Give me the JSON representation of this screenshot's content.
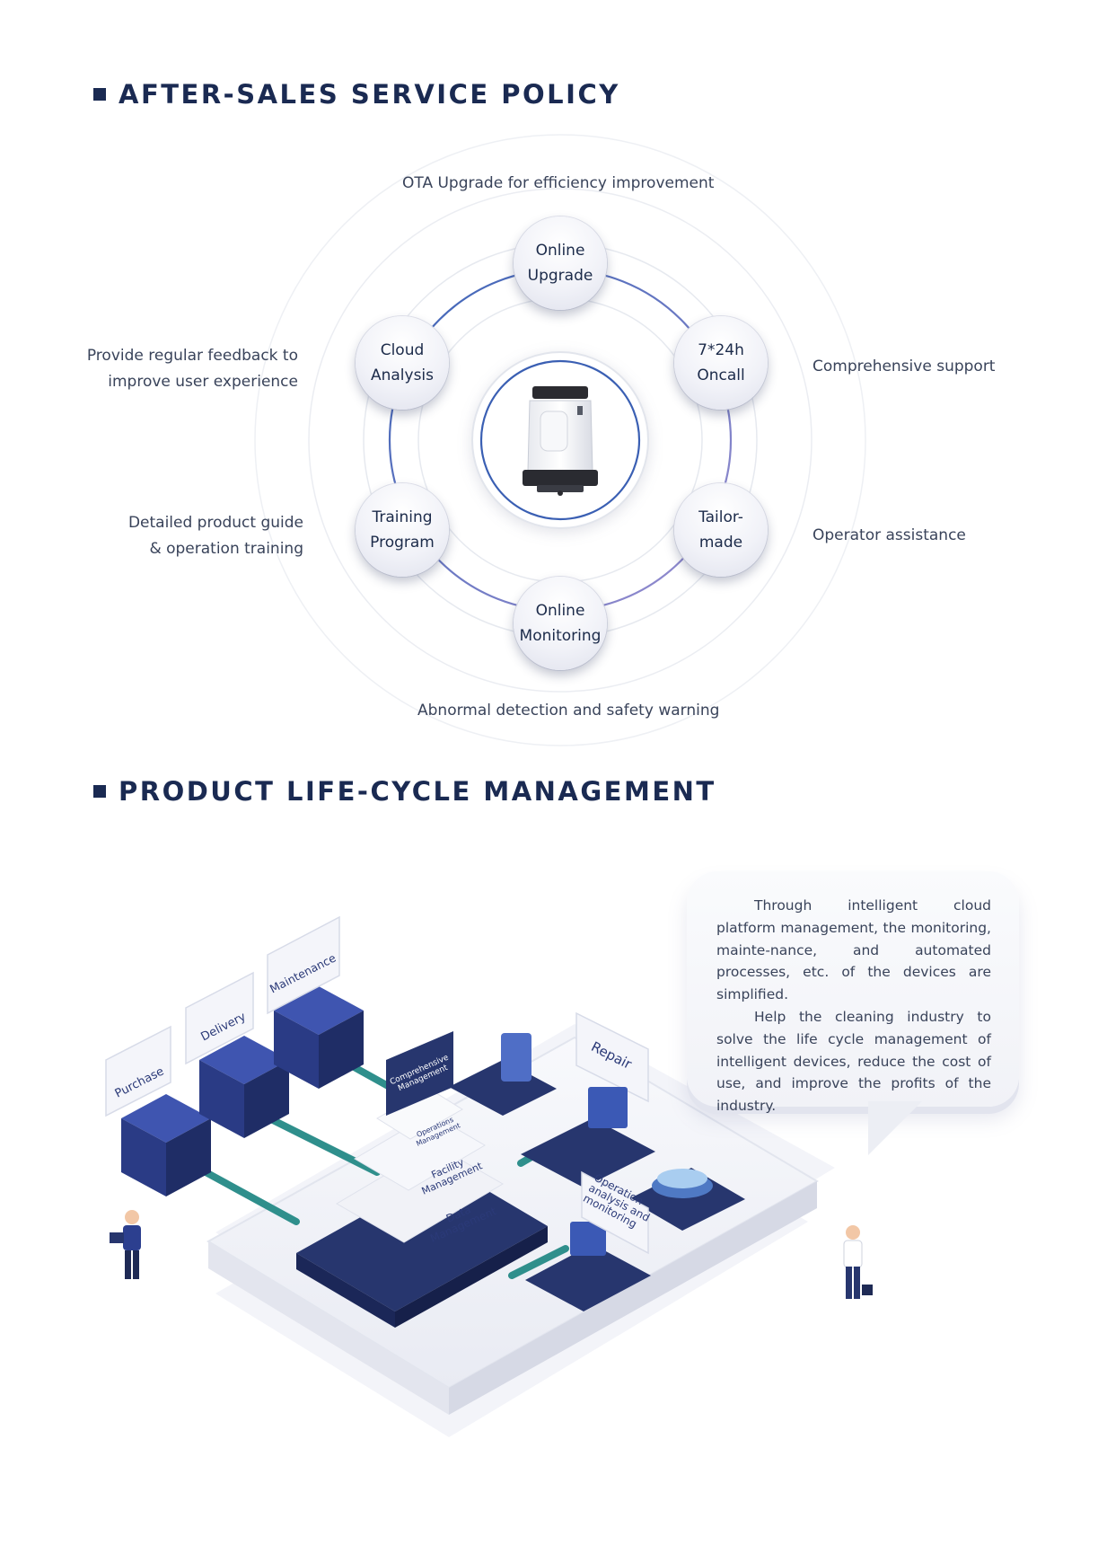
{
  "sections": {
    "after_sales": {
      "title": "AFTER-SALES SERVICE POLICY"
    },
    "lifecycle": {
      "title": "PRODUCT LIFE-CYCLE MANAGEMENT"
    }
  },
  "wheel": {
    "nodes": {
      "top": {
        "line1": "Online",
        "line2": "Upgrade"
      },
      "upper_right": {
        "line1": "7*24h",
        "line2": "Oncall"
      },
      "lower_right": {
        "line1": "Tailor-",
        "line2": "made"
      },
      "bottom": {
        "line1": "Online",
        "line2": "Monitoring"
      },
      "lower_left": {
        "line1": "Training",
        "line2": "Program"
      },
      "upper_left": {
        "line1": "Cloud",
        "line2": "Analysis"
      }
    },
    "captions": {
      "top": "OTA Upgrade for efficiency improvement",
      "upper_right": "Comprehensive support",
      "lower_right": "Operator assistance",
      "bottom": "Abnormal detection and safety warning",
      "upper_left_1": "Provide regular feedback to",
      "upper_left_2": "improve user experience",
      "lower_left_1": "Detailed product guide",
      "lower_left_2": "& operation training"
    }
  },
  "illustration": {
    "labels": {
      "purchase": "Purchase",
      "delivery": "Delivery",
      "maintenance": "Maintenance",
      "repair": "Repair",
      "comprehensive_1": "Comprehensive",
      "comprehensive_2": "Management",
      "operations_1": "Operations",
      "operations_2": "Management",
      "facility_1": "Facility",
      "facility_2": "Management",
      "data_1": "Data",
      "data_2": "Management",
      "analysis_1": "Operation",
      "analysis_2": "analysis and",
      "analysis_3": "monitoring"
    }
  },
  "bubble": {
    "paragraph_1": "Through intelligent cloud platform management, the monitoring, mainte-nance, and automated processes, etc. of the devices are simplified.",
    "paragraph_2": "Help the cleaning industry to solve the life cycle management of intelligent devices, reduce the cost of use, and improve the profits of the industry."
  },
  "colors": {
    "navy": "#1a2a52",
    "ring_blue": "#3d5fb0",
    "ring_purple": "#8c87c9",
    "platform_blue": "#27366e",
    "teal": "#2f8f8c"
  }
}
